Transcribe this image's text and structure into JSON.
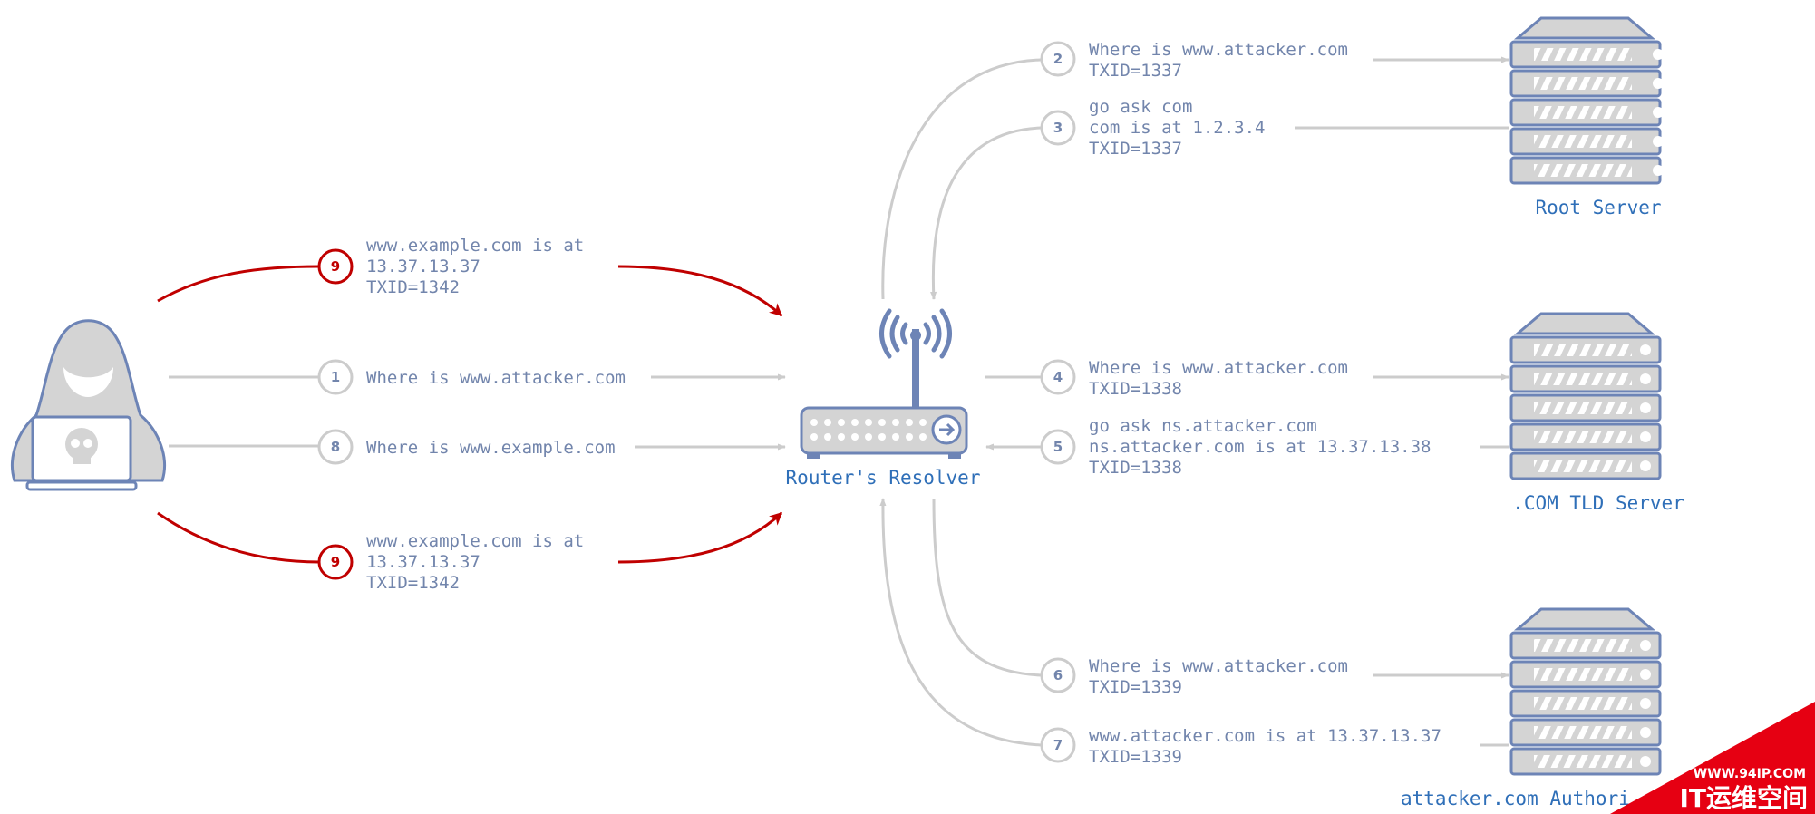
{
  "labels": {
    "resolver": "Router's Resolver",
    "root_server": "Root Server",
    "tld_server": ".COM TLD Server",
    "auth_server": "attacker.com Authori"
  },
  "steps": {
    "s1": {
      "num": "1",
      "lines": [
        "Where is www.attacker.com"
      ]
    },
    "s2": {
      "num": "2",
      "lines": [
        "Where is www.attacker.com",
        "TXID=1337"
      ]
    },
    "s3": {
      "num": "3",
      "lines": [
        "go ask com",
        "com is at 1.2.3.4",
        "TXID=1337"
      ]
    },
    "s4": {
      "num": "4",
      "lines": [
        "Where is www.attacker.com",
        "TXID=1338"
      ]
    },
    "s5": {
      "num": "5",
      "lines": [
        "go ask ns.attacker.com",
        "ns.attacker.com is at 13.37.13.38",
        "TXID=1338"
      ]
    },
    "s6": {
      "num": "6",
      "lines": [
        "Where is www.attacker.com",
        "TXID=1339"
      ]
    },
    "s7": {
      "num": "7",
      "lines": [
        "www.attacker.com is at 13.37.13.37",
        "TXID=1339"
      ]
    },
    "s8": {
      "num": "8",
      "lines": [
        "Where is www.example.com"
      ]
    },
    "s9a": {
      "num": "9",
      "lines": [
        "www.example.com is at",
        "13.37.13.37",
        "TXID=1342"
      ]
    },
    "s9b": {
      "num": "9",
      "lines": [
        "www.example.com is at",
        "13.37.13.37",
        "TXID=1342"
      ]
    }
  },
  "colors": {
    "arrow_gray": "#cccccc",
    "text_blue": "#7285ac",
    "label_blue": "#2f6fb8",
    "spoof_red": "#c00000",
    "device_stroke": "#6d84b6",
    "device_fill": "#d4d4d4",
    "watermark_red": "#e60012"
  },
  "icons": [
    "hacker-icon",
    "router-icon",
    "server-icon"
  ],
  "watermark": {
    "url": "WWW.94IP.COM",
    "name": "IT运维空间"
  }
}
